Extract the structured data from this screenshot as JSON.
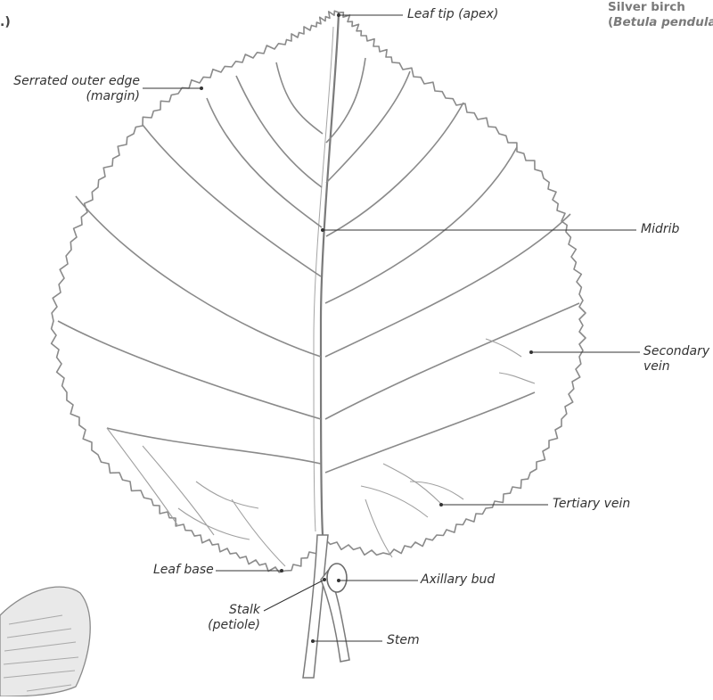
{
  "title": {
    "common": "Silver birch",
    "scientific": "Betula pendula",
    "open": "(",
    "close": ")"
  },
  "corner_fragment": ".)",
  "labels": {
    "apex": "Leaf tip (apex)",
    "margin_line1": "Serrated outer edge",
    "margin_line2": "(margin)",
    "midrib": "Midrib",
    "secondary_line1": "Secondary",
    "secondary_line2": "vein",
    "tertiary": "Tertiary vein",
    "base": "Leaf base",
    "bud": "Axillary bud",
    "stalk_line1": "Stalk",
    "stalk_line2": "(petiole)",
    "stem": "Stem"
  },
  "colors": {
    "pencil": "#8a8a8a",
    "pencil_dark": "#6a6a6a",
    "leader": "#333333",
    "text": "#333333"
  }
}
